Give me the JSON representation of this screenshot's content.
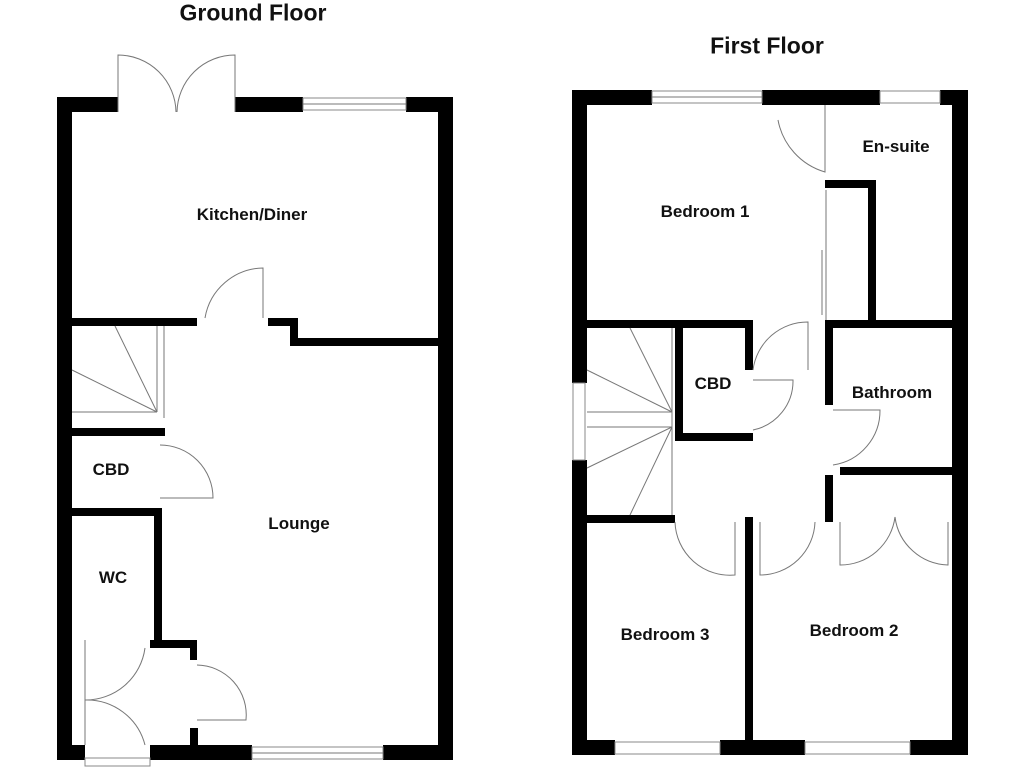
{
  "titles": {
    "ground": "Ground Floor",
    "first": "First Floor"
  },
  "ground_rooms": {
    "kitchen": "Kitchen/Diner",
    "lounge": "Lounge",
    "cbd": "CBD",
    "wc": "WC"
  },
  "first_rooms": {
    "bedroom1": "Bedroom 1",
    "ensuite": "En-suite",
    "cbd": "CBD",
    "bathroom": "Bathroom",
    "bedroom2": "Bedroom 2",
    "bedroom3": "Bedroom 3"
  }
}
